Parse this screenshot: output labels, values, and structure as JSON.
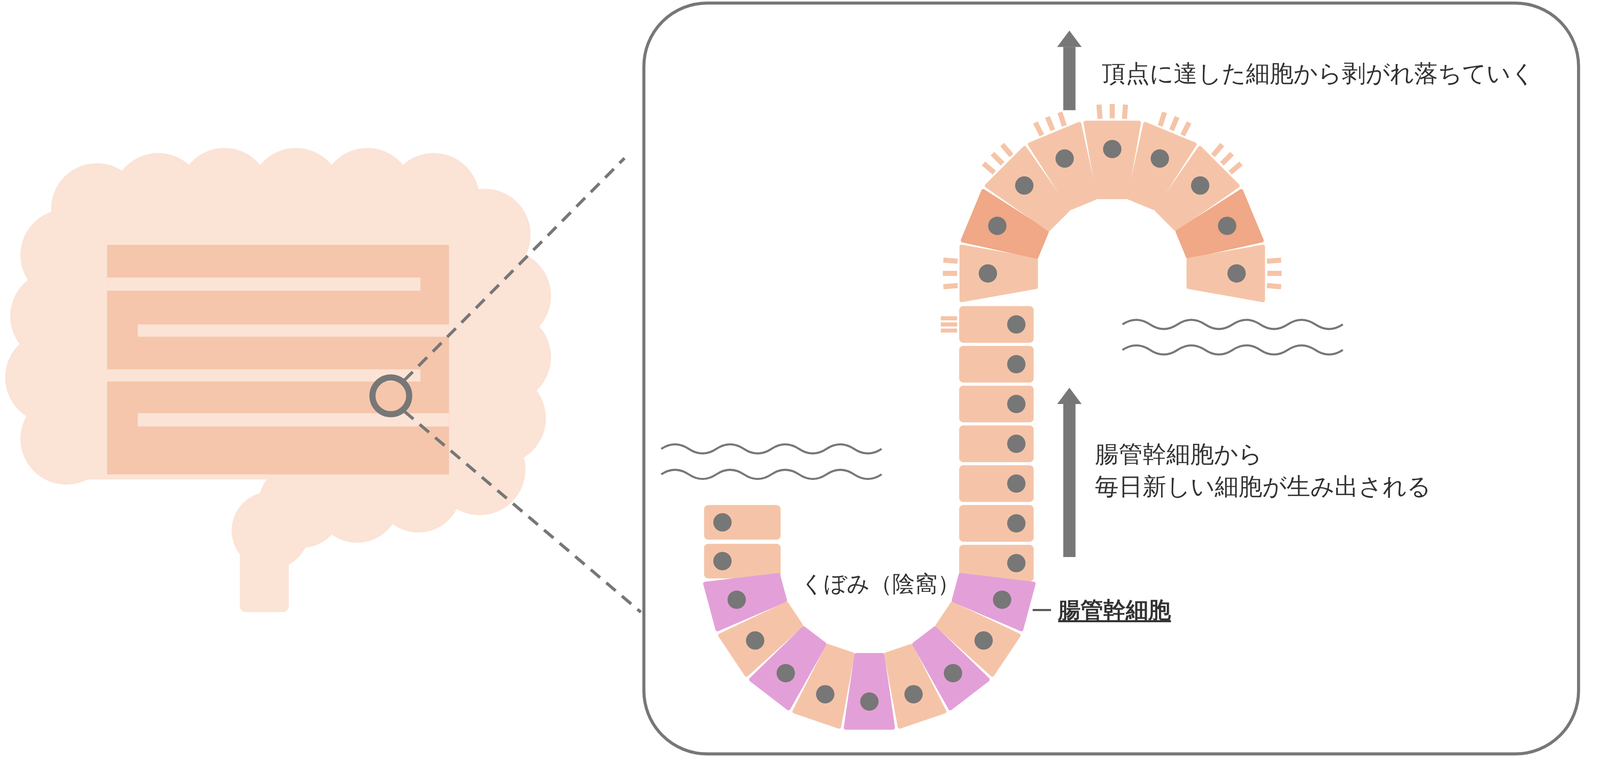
{
  "diagram": {
    "labels": [
      "頂点に達した細胞から剥がれ落ちていく",
      "腸管幹細胞から 毎日新しい細胞が生み出される",
      "くぼみ（陰窩）",
      "腸管幹細胞"
    ]
  }
}
